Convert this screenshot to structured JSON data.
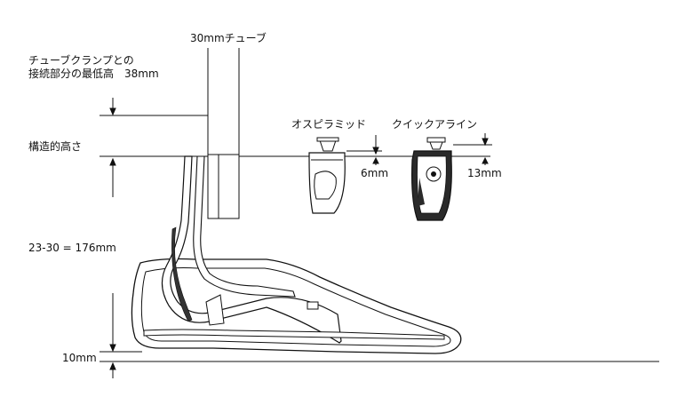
{
  "labels": {
    "tube": "30mmチューブ",
    "clamp_line1": "チューブクランプとの",
    "clamp_line2": "接続部分の最低高　38mm",
    "build_height": "構造的高さ",
    "total": "23-30 = 176mm",
    "heel": "10mm",
    "osupira": "オスピラミッド",
    "osupira_dim": "6mm",
    "quick": "クイックアライン",
    "quick_dim": "13mm"
  },
  "colors": {
    "line": "#111111",
    "shade": "#555555",
    "fill_dark": "#2a2a2a"
  }
}
